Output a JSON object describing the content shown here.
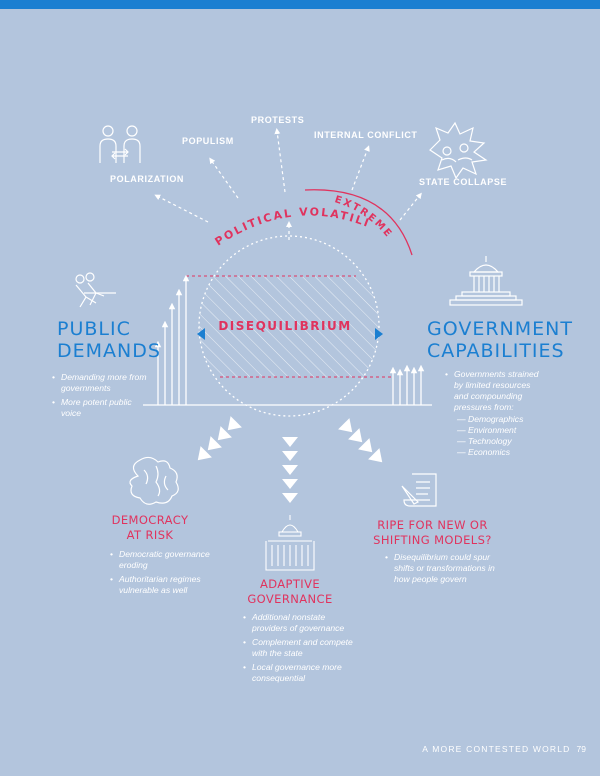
{
  "drivers": {
    "protests": "PROTESTS",
    "populism": "POPULISM",
    "internal_conflict": "INTERNAL CONFLICT",
    "polarization": "POLARIZATION",
    "state_collapse": "STATE COLLAPSE"
  },
  "arc": {
    "political_volatility": "POLITICAL VOLATILITY",
    "extreme": "EXTREME"
  },
  "center": {
    "label": "DISEQUILIBRIUM"
  },
  "public_demands": {
    "title_1": "PUBLIC",
    "title_2": "DEMANDS",
    "bullets": [
      "Demanding more from governments",
      "More potent public voice"
    ]
  },
  "government_capabilities": {
    "title_1": "GOVERNMENT",
    "title_2": "CAPABILITIES",
    "bullet": "Governments strained by limited resources and compounding pressures from:",
    "pressures": [
      "— Demographics",
      "— Environment",
      "— Technology",
      "— Economics"
    ]
  },
  "democracy": {
    "title_1": "DEMOCRACY",
    "title_2": "AT RISK",
    "bullets": [
      "Democratic governance eroding",
      "Authoritarian regimes vulnerable as well"
    ]
  },
  "adaptive": {
    "title_1": "ADAPTIVE",
    "title_2": "GOVERNANCE",
    "bullets": [
      "Additional nonstate providers of governance",
      "Complement and compete with the state",
      "Local governance more consequential"
    ]
  },
  "ripe": {
    "title_1": "RIPE FOR NEW OR",
    "title_2": "SHIFTING MODELS?",
    "bullets": [
      "Disequilibrium could spur shifts or transformations in how people govern"
    ]
  },
  "footer": {
    "text": "A MORE CONTESTED WORLD",
    "page": "79"
  },
  "colors": {
    "blue": "#1b7fd1",
    "red": "#e0335e",
    "background": "#b3c5dd",
    "white": "#ffffff"
  },
  "icons": [
    "two-people-icon",
    "explosion-icon",
    "tug-of-war-icon",
    "capitol-building-icon",
    "brain-icon",
    "capitol-dome-icon",
    "scroll-quill-icon"
  ]
}
